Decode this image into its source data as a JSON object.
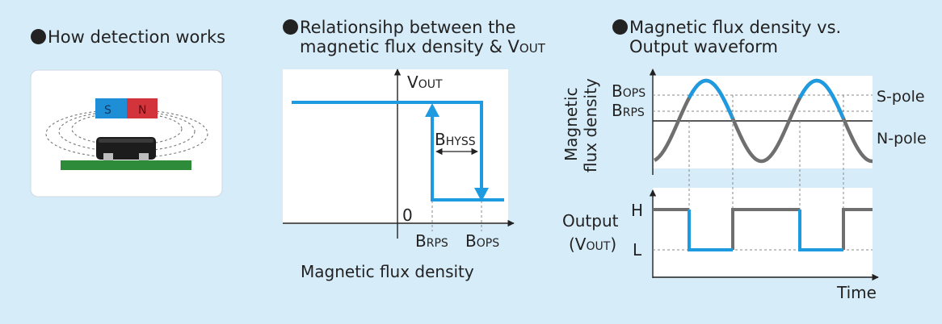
{
  "sections": {
    "detection": {
      "title": "How detection works"
    },
    "relationship": {
      "title_line1": "Relationsihp between the",
      "title_line2": "magnetic flux density & V",
      "title_line2_sub": "OUT"
    },
    "waveform": {
      "title_line1": "Magnetic flux density vs.",
      "title_line2": "Output waveform"
    }
  },
  "magnet": {
    "south_label": "S",
    "north_label": "N"
  },
  "hysteresis": {
    "vout_main": "V",
    "vout_sub": "OUT",
    "zero_label": "0",
    "bhyss_main": "B",
    "bhyss_sub": "HYSS",
    "brps_main": "B",
    "brps_sub": "RPS",
    "bops_main": "B",
    "bops_sub": "OPS",
    "xlabel": "Magnetic flux density"
  },
  "waveform_top": {
    "ylabel_line1": "Magnetic",
    "ylabel_line2": "flux density",
    "bops_main": "B",
    "bops_sub": "OPS",
    "brps_main": "B",
    "brps_sub": "RPS",
    "s_pole": "S-pole",
    "n_pole": "N-pole"
  },
  "waveform_bottom": {
    "output_label": "Output",
    "vout_label_main": "(V",
    "vout_label_sub": "OUT",
    "vout_label_end": ")",
    "high_label": "H",
    "low_label": "L",
    "time_label": "Time"
  },
  "colors": {
    "accent": "#1e9be0",
    "gray_trace": "#6f6f6f",
    "magnet_south": "#1e8fd6",
    "magnet_north": "#d3343b",
    "pcb": "#2e8b3a",
    "background": "#d7ecf9"
  }
}
